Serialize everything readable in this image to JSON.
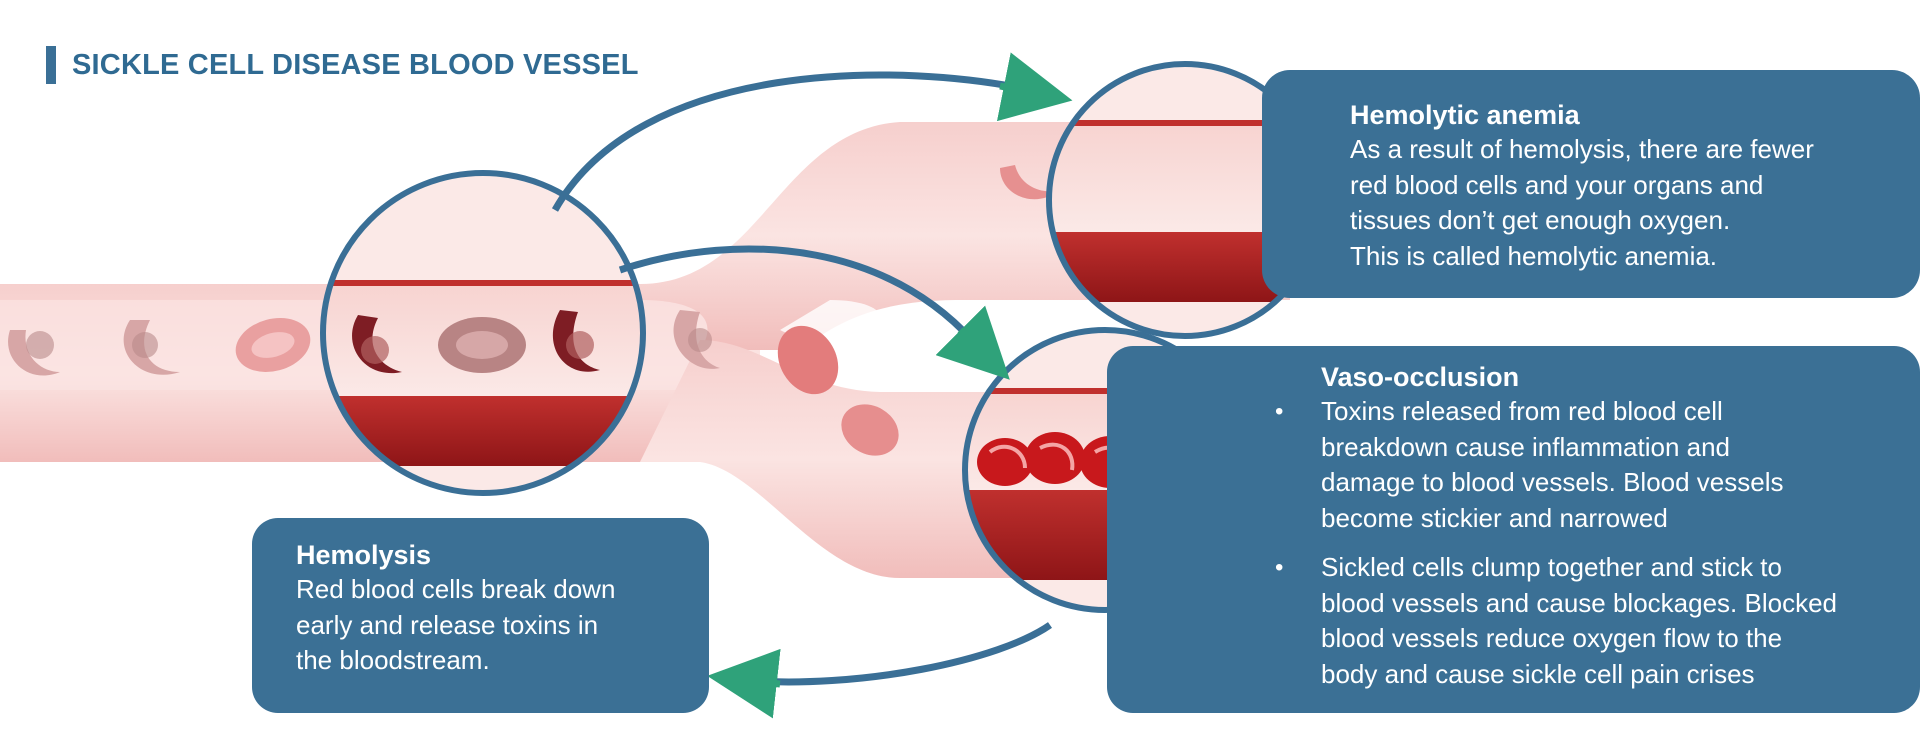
{
  "title": "SICKLE CELL DISEASE BLOOD VESSEL",
  "colors": {
    "panel": "#3b7095",
    "title": "#2f6a92",
    "arrow_blue": "#3a6f96",
    "arrow_green": "#2fa27a",
    "vessel_wall": "#f4c5c3",
    "blood_dark": "#a81a1c",
    "blood_light": "#e85a55"
  },
  "panels": {
    "hemolytic": {
      "heading": "Hemolytic anemia",
      "lines": [
        "As a result of hemolysis, there are fewer",
        "red blood cells and your organs and",
        "tissues don’t get enough oxygen.",
        "This is called hemolytic anemia."
      ]
    },
    "vaso": {
      "heading": "Vaso-occlusion",
      "bullets": [
        {
          "dot": "•",
          "lines": [
            "Toxins released from red blood cell",
            "breakdown cause inflammation and",
            "damage to blood vessels. Blood vessels",
            "become stickier and narrowed"
          ]
        },
        {
          "dot": "•",
          "lines": [
            "Sickled cells clump together and stick to",
            "blood vessels and cause blockages. Blocked",
            "blood vessels reduce oxygen flow to the",
            "body and cause sickle cell pain crises"
          ]
        }
      ]
    },
    "hemolysis": {
      "heading": "Hemolysis",
      "lines": [
        "Red blood cells break down",
        "early and release toxins in",
        "the bloodstream."
      ]
    }
  }
}
